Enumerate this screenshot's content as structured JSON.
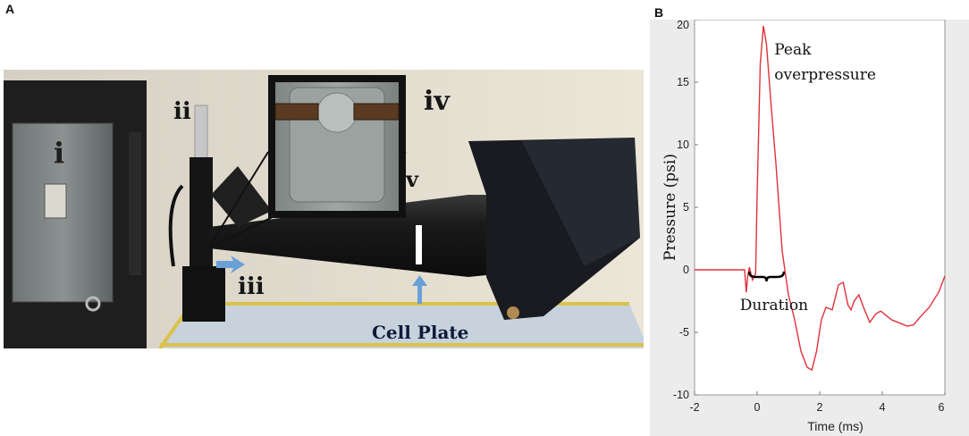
{
  "panel_a": {
    "letter": "A",
    "labels": {
      "i": "i",
      "ii": "ii",
      "iii": "iii",
      "iv": "iv",
      "v": "v",
      "cell_plate": "Cell Plate"
    }
  },
  "panel_b": {
    "letter": "B",
    "annotations": {
      "peak_line1": "Peak",
      "peak_line2": "overpressure",
      "duration": "Duration"
    }
  },
  "chart_data": {
    "type": "line",
    "xlabel": "Time (ms)",
    "ylabel": "Pressure (psi)",
    "xlim": [
      -2,
      6
    ],
    "ylim": [
      -10,
      20
    ],
    "xticks": [
      -2,
      0,
      2,
      4,
      6
    ],
    "yticks": [
      -10,
      -5,
      0,
      5,
      10,
      15,
      20
    ],
    "grid": false,
    "series": [
      {
        "color": "#e0303a",
        "x": [
          -2,
          -0.4,
          -0.35,
          -0.3,
          -0.25,
          -0.15,
          -0.05,
          0.0,
          0.1,
          0.2,
          0.3,
          0.45,
          0.6,
          0.8,
          1.0,
          1.2,
          1.4,
          1.6,
          1.75,
          1.9,
          2.05,
          2.2,
          2.4,
          2.6,
          2.75,
          2.9,
          3.0,
          3.1,
          3.25,
          3.4,
          3.6,
          3.8,
          3.95,
          4.1,
          4.3,
          4.5,
          4.8,
          5.0,
          5.2,
          5.5,
          5.8,
          6.0
        ],
        "y": [
          0,
          0,
          -1.8,
          -0.5,
          0.2,
          -0.8,
          -0.3,
          6.0,
          16.5,
          19.5,
          18.0,
          13.0,
          8.5,
          1.5,
          -2.0,
          -4.0,
          -6.5,
          -7.8,
          -8.0,
          -6.5,
          -4.0,
          -3.0,
          -3.2,
          -1.2,
          -1.0,
          -2.8,
          -3.2,
          -2.5,
          -2.0,
          -3.0,
          -4.2,
          -3.5,
          -3.3,
          -3.6,
          -4.0,
          -4.2,
          -4.5,
          -4.4,
          -3.8,
          -3.0,
          -1.8,
          -0.5
        ]
      }
    ]
  }
}
